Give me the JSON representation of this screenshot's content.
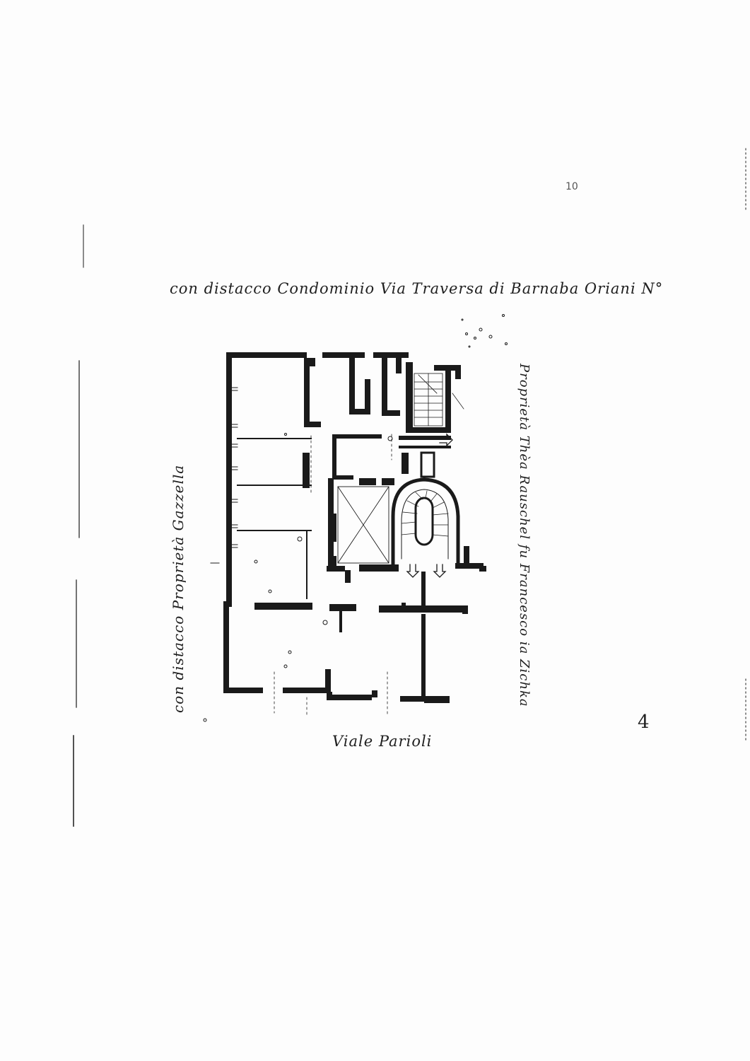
{
  "labels": {
    "top": "con distacco Condominio Via Traversa di Barnaba Oriani N°",
    "left": "con distacco Proprietà Gazzella",
    "right": "Proprietà Thèa Rauschel fu Francesco ia Zichka",
    "bottom": "Viale Parioli"
  },
  "marks": {
    "page_number": "10",
    "side_number": "4"
  },
  "colors": {
    "ink": "#1a1a1a",
    "paper": "#fdfdfd"
  }
}
